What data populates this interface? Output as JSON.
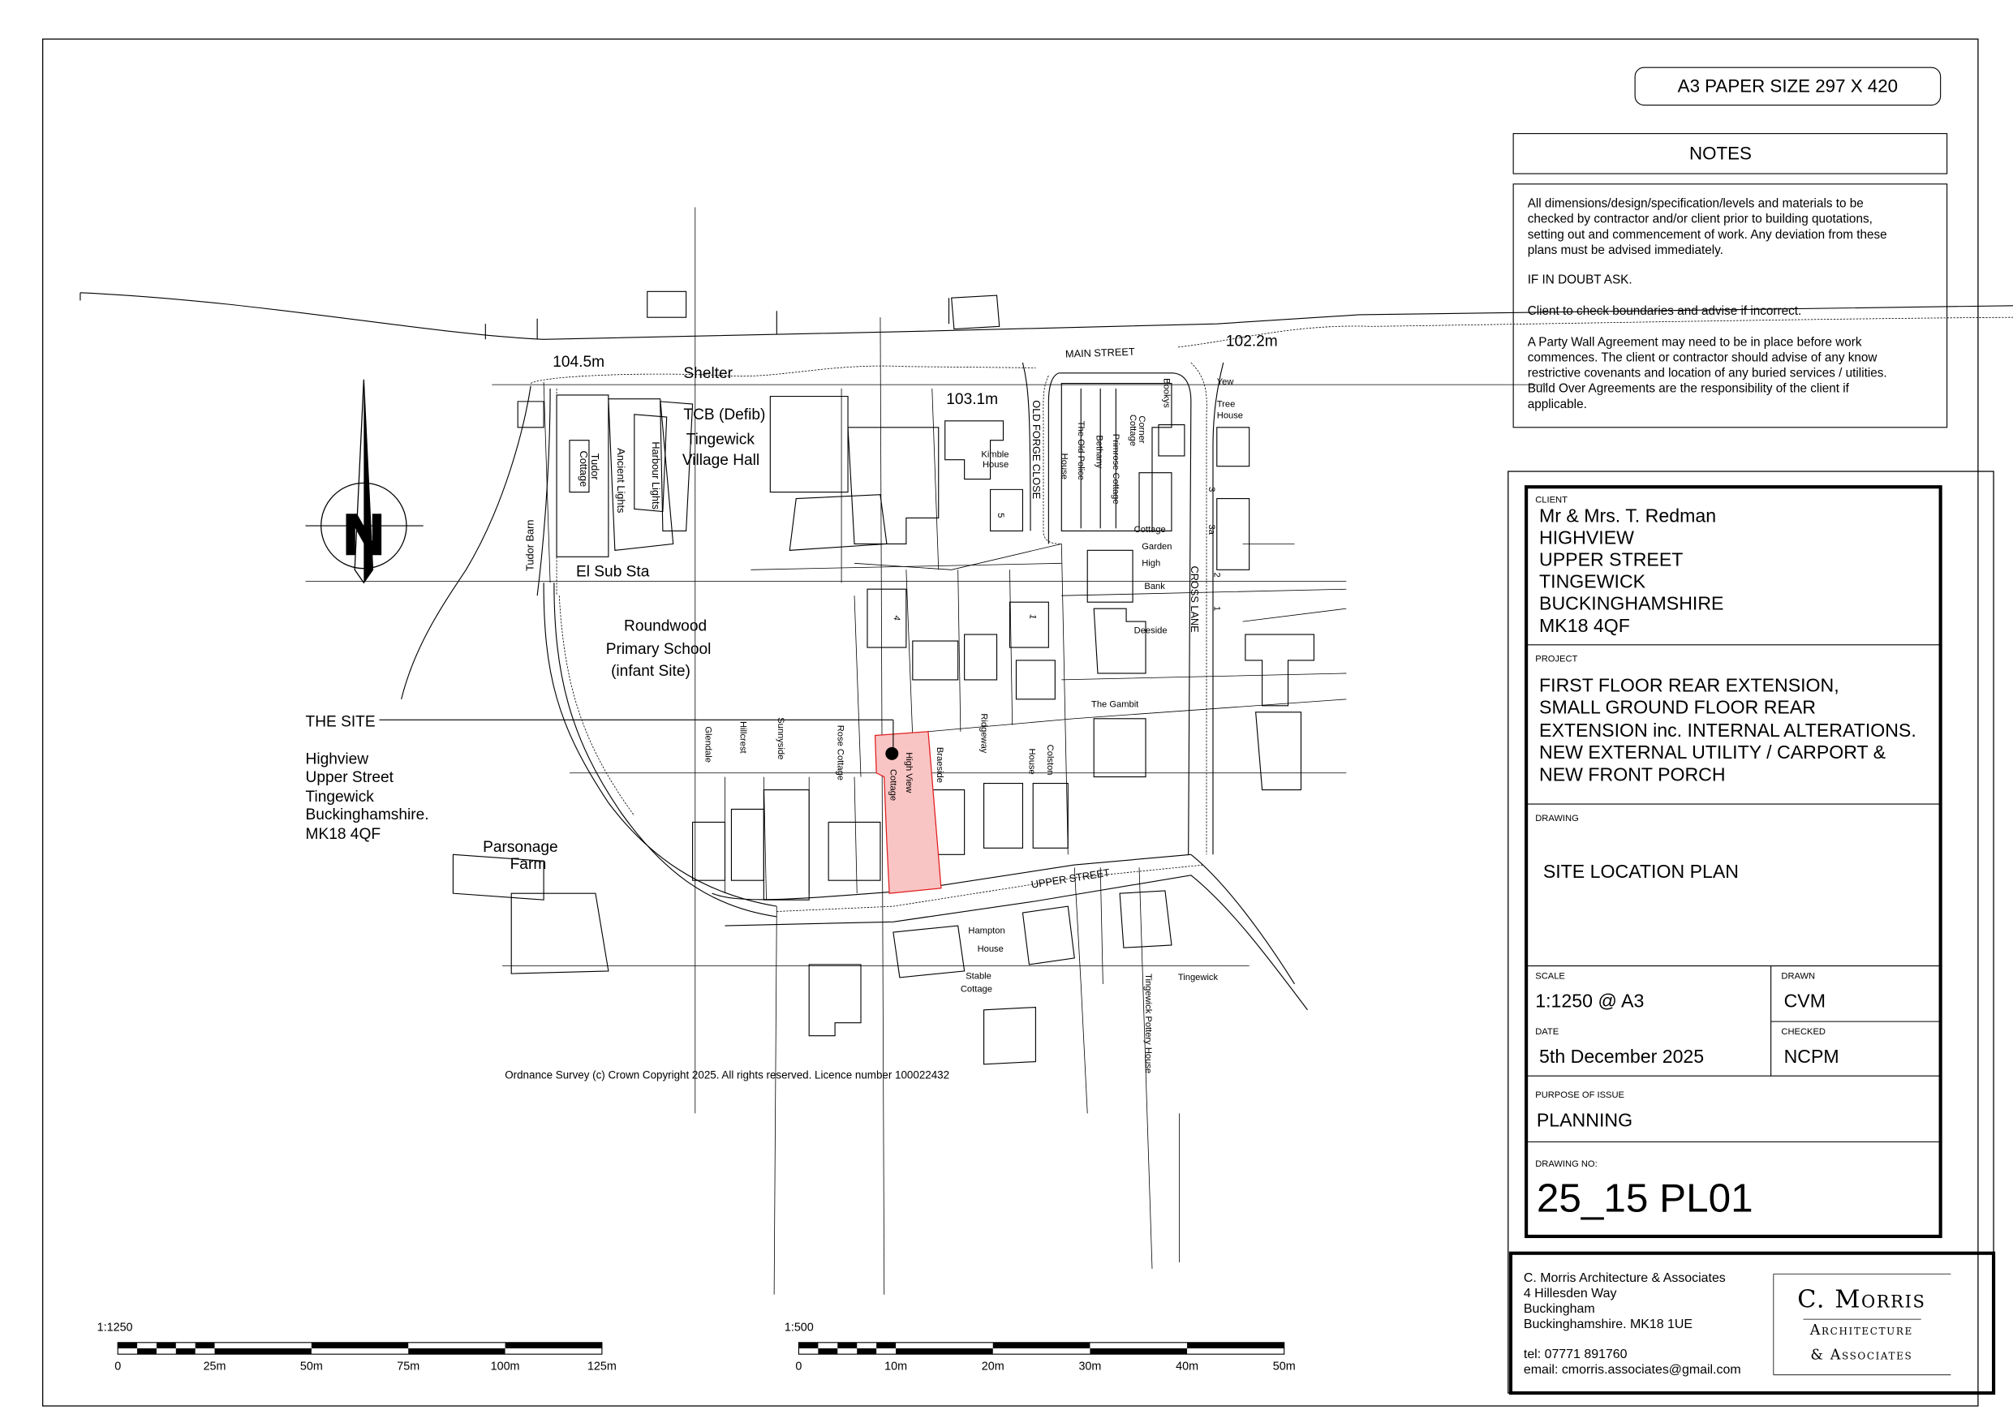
{
  "paper_size": "A3 PAPER SIZE 297 X 420",
  "notes": {
    "title": "NOTES",
    "lines": [
      "All dimensions/design/specification/levels and materials to be",
      "checked by contractor and/or client prior to building quotations,",
      "setting out and commencement of work. Any deviation from these",
      "plans must be advised immediately.",
      "IF IN DOUBT ASK.",
      "Client to check boundaries and advise if incorrect.",
      "A Party Wall Agreement may need to be in place before work",
      "commences. The client or contractor should advise of any know",
      "restrictive covenants and location of any buried services / utilities.",
      "Build Over Agreements are the responsibility of the client if",
      "applicable."
    ]
  },
  "title_block": {
    "client_label": "CLIENT",
    "client_lines": [
      "Mr & Mrs. T. Redman",
      "HIGHVIEW",
      "UPPER STREET",
      "TINGEWICK",
      "BUCKINGHAMSHIRE",
      "MK18 4QF"
    ],
    "project_label": "PROJECT",
    "project_lines": [
      "FIRST FLOOR REAR EXTENSION,",
      "SMALL GROUND FLOOR REAR",
      "EXTENSION inc. INTERNAL ALTERATIONS.",
      "NEW EXTERNAL UTILITY / CARPORT &",
      "NEW FRONT PORCH"
    ],
    "drawing_label": "DRAWING",
    "drawing": "SITE LOCATION PLAN",
    "scale_label": "SCALE",
    "scale": "1:1250 @ A3",
    "drawn_label": "DRAWN",
    "drawn": "CVM",
    "date_label": "DATE",
    "date": "5th December 2025",
    "checked_label": "CHECKED",
    "checked": "NCPM",
    "purpose_label": "PURPOSE OF ISSUE",
    "purpose": "PLANNING",
    "drawing_no_label": "DRAWING NO:",
    "drawing_no": "25_15 PL01"
  },
  "company": {
    "lines": [
      "C. Morris Architecture & Associates",
      "4 Hillesden Way",
      "Buckingham",
      "Buckinghamshire.  MK18 1UE"
    ],
    "tel": "tel: 07771 891760",
    "email": "email:  cmorris.associates@gmail.com",
    "logo": {
      "name": "C. Morris",
      "line2": "Architecture",
      "line3": "& Associates"
    }
  },
  "site": {
    "marker_label": "THE SITE",
    "address": [
      "Highview",
      "Upper Street",
      "Tingewick",
      "Buckinghamshire.",
      "MK18 4QF"
    ],
    "highlight_color": "#f9c4c4"
  },
  "map_labels": {
    "h1": "104.5m",
    "shelter": "Shelter",
    "tcb": "TCB (Defib)",
    "hall1": "Tingewick",
    "hall2": "Village Hall",
    "h2": "103.1m",
    "main_street": "MAIN STREET",
    "h3": "102.2m",
    "sub": "El Sub Sta",
    "school1": "Roundwood",
    "school2": "Primary School",
    "school3": "(infant Site)",
    "parsonage1": "Parsonage",
    "parsonage2": "Farm",
    "tudor_cottage1": "Tudor",
    "tudor_cottage2": "Cottage",
    "ancient": "Ancient Lights",
    "harbour": "Harbour Lights",
    "tudor_barn": "Tudor Barn",
    "kimble1": "Kimble",
    "kimble2": "House",
    "old_forge": "OLD FORGE CLOSE",
    "police1": "House",
    "police2": "The Old Police",
    "bethany": "Bethany",
    "primrose": "Primrose Cottage",
    "corner1": "Corner",
    "corner2": "Cottage",
    "bookys": "Bookys",
    "cottage": "Cottage",
    "garden": "Garden",
    "high": "High",
    "bank": "Bank",
    "deeside": "Deeside",
    "gambit": "The Gambit",
    "cross_lane": "CROSS LANE",
    "yew": "Yew",
    "tree": "Tree",
    "tree_house": "House",
    "n3": "3",
    "n3a": "3a",
    "n2": "2",
    "n1": "1",
    "n4": "4",
    "n1b": "1",
    "n5": "5",
    "glendale": "Glendale",
    "hillcrest": "Hillcrest",
    "sunnyside": "Sunnyside",
    "rose": "Rose Cottage",
    "highview1": "High View",
    "highview2": "Cottage",
    "braeside": "Braeside",
    "ridgeway": "Ridgeway",
    "colston1": "Colston",
    "colston2": "House",
    "upper_street": "UPPER STREET",
    "hampton1": "Hampton",
    "hampton2": "House",
    "stable1": "Stable",
    "stable2": "Cottage",
    "pottery": "Tingewick Pottery House",
    "tingewick": "Tingewick"
  },
  "north_arrow": {
    "letter": "N"
  },
  "copyright": "Ordnance Survey (c) Crown Copyright 2025. All rights reserved. Licence number 100022432",
  "scale_bars": [
    {
      "label": "1:1250",
      "max": 125,
      "major": 25,
      "minor": 5,
      "ticks": [
        "0",
        "25m",
        "50m",
        "75m",
        "100m",
        "125m"
      ]
    },
    {
      "label": "1:500",
      "max": 50,
      "major": 10,
      "minor": 2,
      "ticks": [
        "0",
        "10m",
        "20m",
        "30m",
        "40m",
        "50m"
      ]
    }
  ]
}
